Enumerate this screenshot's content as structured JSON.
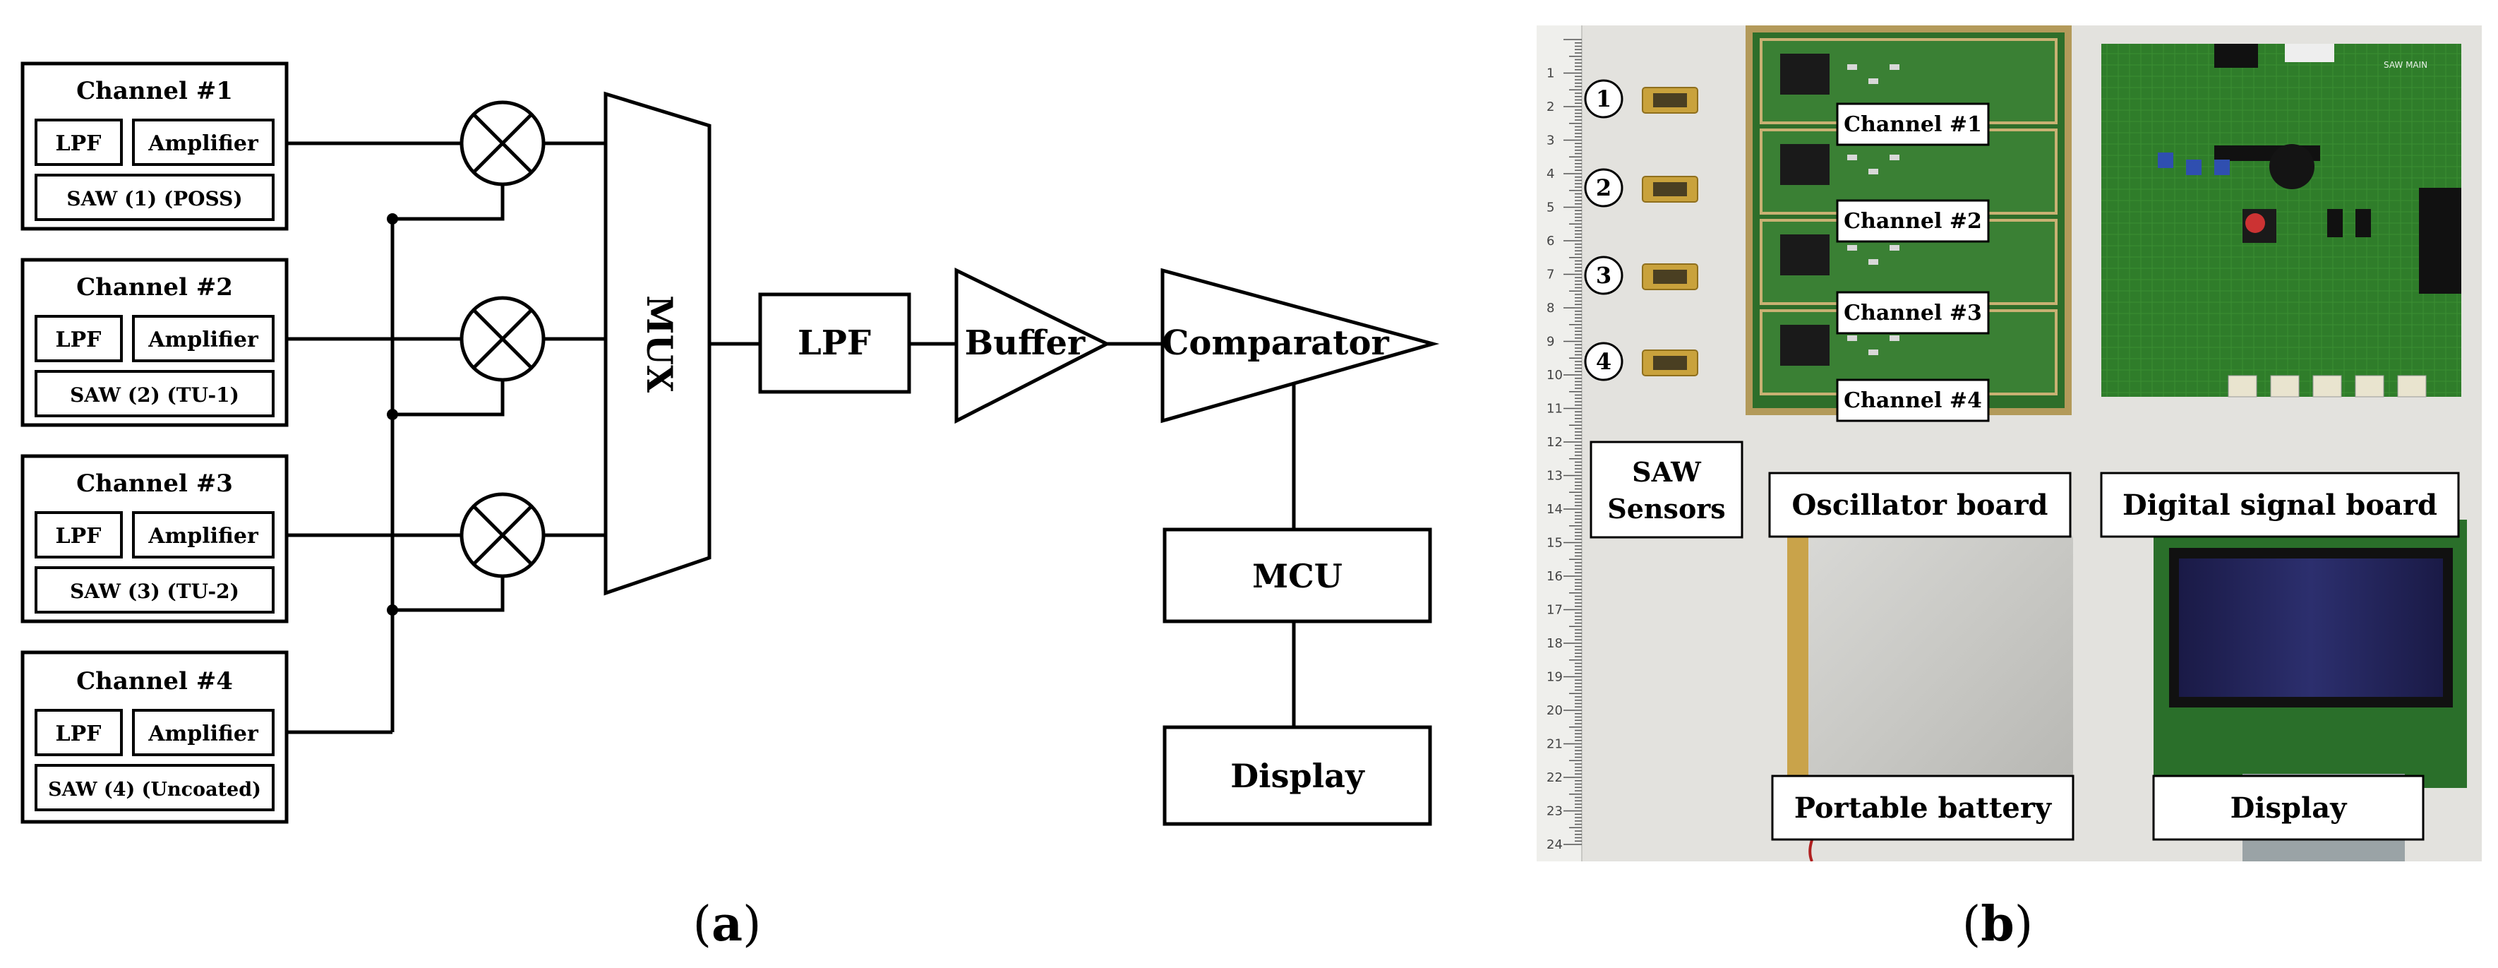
{
  "panel_a": {
    "channels": [
      {
        "title": "Channel #1",
        "lpf": "LPF",
        "amp": "Amplifier",
        "saw": "SAW (1) (POSS)"
      },
      {
        "title": "Channel #2",
        "lpf": "LPF",
        "amp": "Amplifier",
        "saw": "SAW (2) (TU-1)"
      },
      {
        "title": "Channel #3",
        "lpf": "LPF",
        "amp": "Amplifier",
        "saw": "SAW (3) (TU-2)"
      },
      {
        "title": "Channel #4",
        "lpf": "LPF",
        "amp": "Amplifier",
        "saw": "SAW (4) (Uncoated)"
      }
    ],
    "mux": "MUX",
    "lpf": "LPF",
    "buffer": "Buffer",
    "comparator": "Comparator",
    "mcu": "MCU",
    "display": "Display",
    "caption_letter": "a"
  },
  "panel_b": {
    "sensor_numbers": [
      "1",
      "2",
      "3",
      "4"
    ],
    "channel_labels": [
      "Channel #1",
      "Channel #2",
      "Channel #3",
      "Channel #4"
    ],
    "saw_sensors_line1": "SAW",
    "saw_sensors_line2": "Sensors",
    "oscillator_board": "Oscillator board",
    "digital_signal_board": "Digital signal board",
    "portable_battery": "Portable battery",
    "display": "Display",
    "ruler_numbers": [
      "1",
      "2",
      "3",
      "4",
      "5",
      "6",
      "7",
      "8",
      "9",
      "10",
      "11",
      "12",
      "13",
      "14",
      "15",
      "16",
      "17",
      "18",
      "19",
      "20",
      "21",
      "22",
      "23",
      "24"
    ],
    "caption_letter": "b"
  }
}
